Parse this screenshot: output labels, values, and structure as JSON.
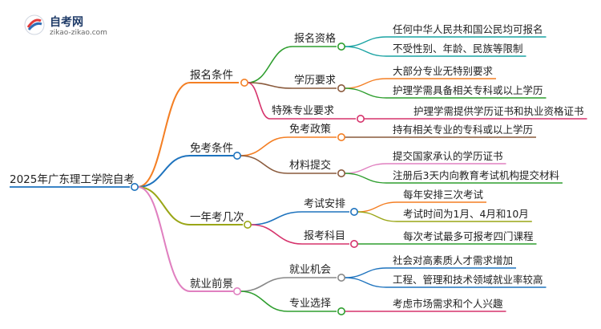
{
  "brand": {
    "title": "自考网",
    "url": "zikao-zikao.com"
  },
  "mindmap": {
    "root": "2025年广东理工学院自考",
    "branches": [
      {
        "label": "报名条件",
        "color": "#f47f24",
        "children": [
          {
            "label": "报名资格",
            "color": "#2e9e2e",
            "leaves": [
              "任何中华人民共和国公民均可报名",
              "不受性别、年龄、民族等限制"
            ],
            "leaf_colors": [
              "#1aa3a3",
              "#1aa3a3"
            ]
          },
          {
            "label": "学历要求",
            "color": "#8a5a3c",
            "leaves": [
              "大部分专业无特别要求",
              "护理学需具备相关专科或以上学历"
            ],
            "leaf_colors": [
              "#f47f24",
              "#2e9e2e"
            ]
          },
          {
            "label": "特殊专业要求",
            "color": "#d6336c",
            "leaves": [
              "护理学需提供学历证书和执业资格证书"
            ],
            "leaf_colors": [
              "#d6336c"
            ]
          }
        ]
      },
      {
        "label": "免考条件",
        "color": "#1e73be",
        "children": [
          {
            "label": "免考政策",
            "color": "#f47f24",
            "leaves": [
              "持有相关专业的专科或以上学历"
            ],
            "leaf_colors": [
              "#8a5a3c"
            ]
          },
          {
            "label": "材料提交",
            "color": "#8a5a3c",
            "leaves": [
              "提交国家承认的学历证书",
              "注册后3天内向教育考试机构提交材料"
            ],
            "leaf_colors": [
              "#e080c0",
              "#2e9e2e"
            ]
          }
        ]
      },
      {
        "label": "一年考几次",
        "color": "#9aa617",
        "children": [
          {
            "label": "考试安排",
            "color": "#1e73be",
            "leaves": [
              "每年安排三次考试",
              "考试时间为1月、4月和10月"
            ],
            "leaf_colors": [
              "#f47f24",
              "#9aa617"
            ]
          },
          {
            "label": "报考科目",
            "color": "#d6336c",
            "leaves": [
              "每次考试最多可报考四门课程"
            ],
            "leaf_colors": [
              "#2e9e2e"
            ]
          }
        ]
      },
      {
        "label": "就业前景",
        "color": "#e080c0",
        "children": [
          {
            "label": "就业机会",
            "color": "#888888",
            "leaves": [
              "社会对高素质人才需求增加",
              "工程、管理和技术领域就业率较高"
            ],
            "leaf_colors": [
              "#1e73be",
              "#1e73be"
            ]
          },
          {
            "label": "专业选择",
            "color": "#2e9e2e",
            "leaves": [
              "考虑市场需求和个人兴趣"
            ],
            "leaf_colors": [
              "#d6336c"
            ]
          }
        ]
      }
    ]
  }
}
